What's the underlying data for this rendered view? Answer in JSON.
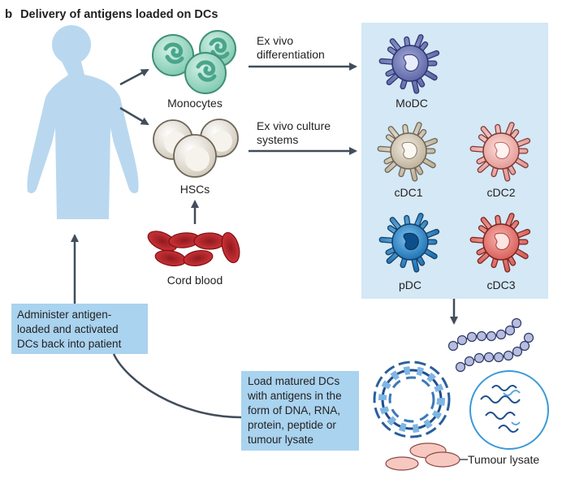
{
  "title": {
    "letter": "b",
    "text": "Delivery of antigens loaded on DCs"
  },
  "sources": {
    "monocytes": "Monocytes",
    "hscs": "HSCs",
    "cord_blood": "Cord blood"
  },
  "processes": {
    "ex_vivo_differentiation": [
      "Ex vivo",
      "differentiation"
    ],
    "ex_vivo_culture": [
      "Ex vivo culture",
      "systems"
    ]
  },
  "dc_types": {
    "modc": "MoDC",
    "cdc1": "cDC1",
    "cdc2": "cDC2",
    "pdc": "pDC",
    "cdc3": "cDC3"
  },
  "load_box": [
    "Load matured DCs",
    "with antigens in the",
    "form of DNA, RNA,",
    "protein, peptide or",
    "tumour lysate"
  ],
  "administer_box": [
    "Administer antigen-",
    "loaded and activated",
    "DCs back into patient"
  ],
  "tumour_lysate": "Tumour lysate",
  "colors": {
    "panel_blue": "#d4e8f5",
    "box_blue": "#a9d3ef",
    "human_silhouette": "#b9d8ef",
    "monocyte_green": "#a8dccb",
    "modc": "#7d86c0",
    "cdc1": "#ddd2c0",
    "cdc2": "#f4b8b4",
    "pdc": "#3e9ad6",
    "cdc3": "#ef8a86",
    "rbc_red": "#c2272d",
    "arrow": "#414d5a"
  }
}
